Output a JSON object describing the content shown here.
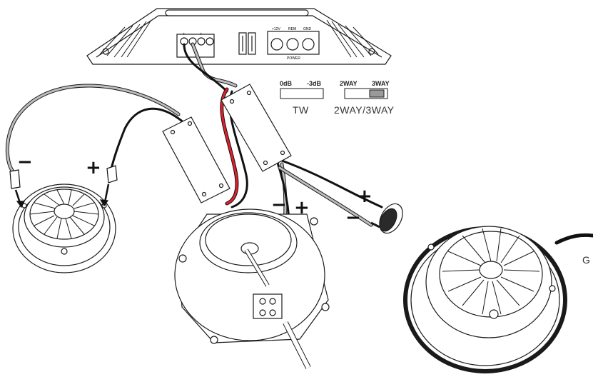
{
  "amplifier": {
    "terminal_labels": [
      "+12V",
      "REM",
      "GND"
    ],
    "power_label": "POWER",
    "speaker_signs": [
      "+",
      "-",
      "+",
      "-"
    ]
  },
  "tweeter_switch": {
    "left_label": "0dB",
    "right_label": "-3dB",
    "caption": "TW"
  },
  "way_switch": {
    "left_label": "2WAY",
    "right_label": "3WAY",
    "caption": "2WAY/3WAY"
  },
  "polarity": {
    "left_midbass_minus": "−",
    "left_midbass_plus": "+",
    "center_woofer_minus": "−",
    "center_woofer_plus": "+",
    "tweeter_plus": "+",
    "tweeter_minus": "−"
  },
  "edge_label": "G",
  "colors": {
    "line": "#1a1a1a",
    "gray_wire": "#b8b8b8",
    "red_wire": "#e0202a",
    "black_wire": "#111111"
  }
}
